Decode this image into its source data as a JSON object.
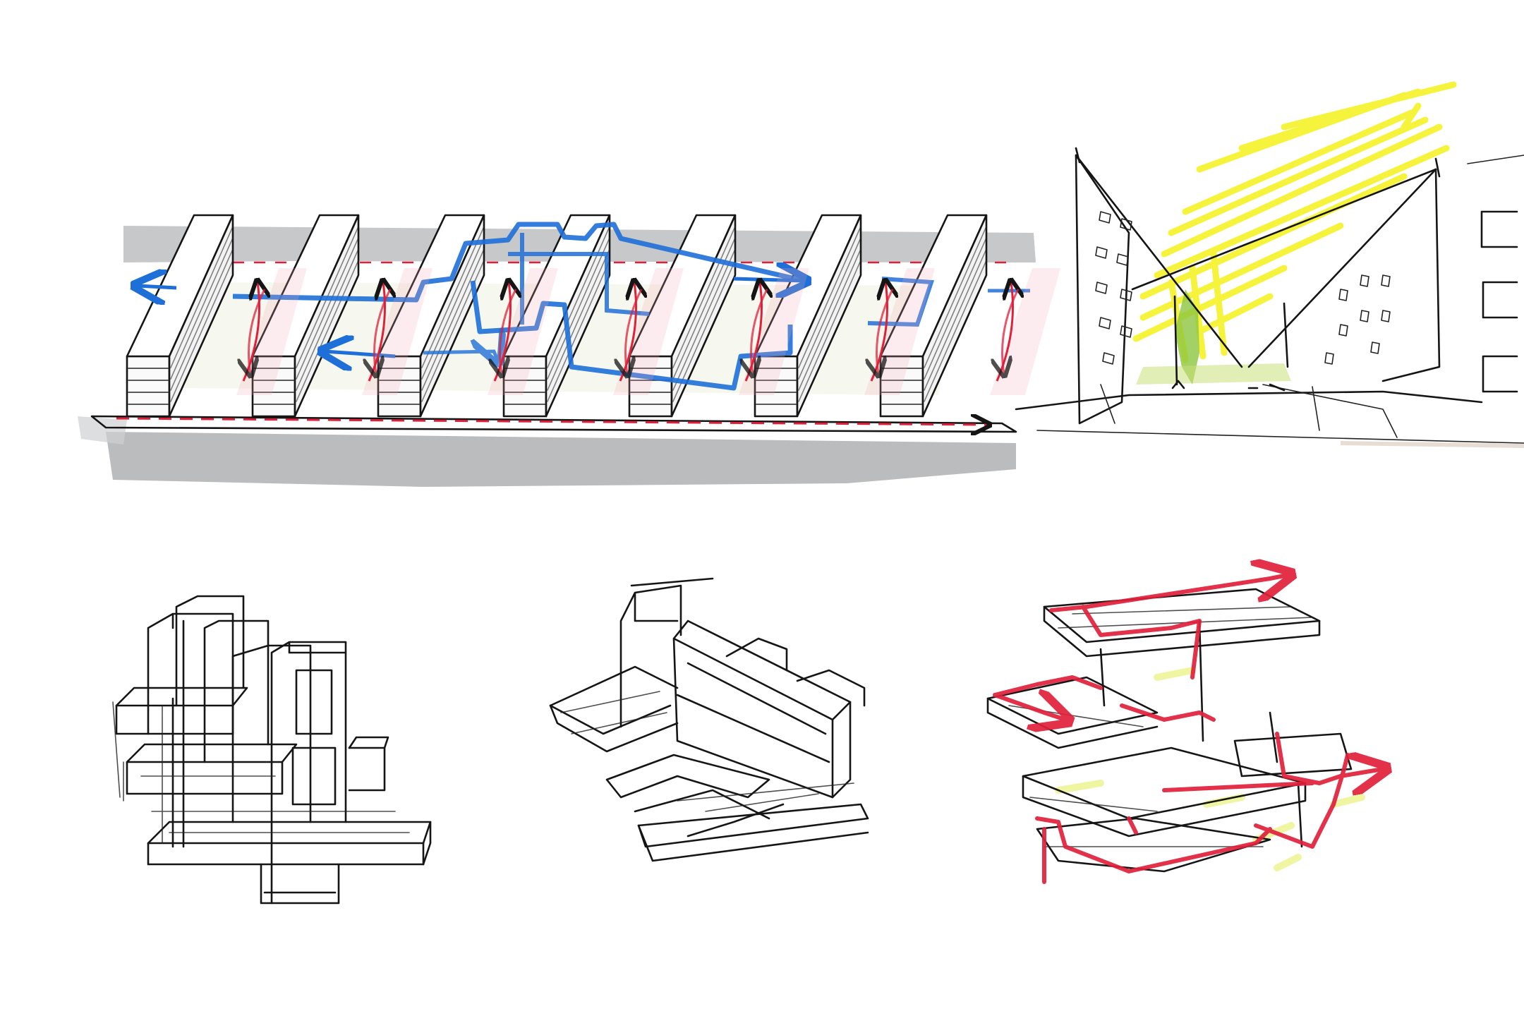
{
  "colors": {
    "paper": "#ffffff",
    "ink": "#151515",
    "shadow_gray": "#a9abae",
    "accent_blue": "#1e6fd8",
    "accent_red": "#e0203a",
    "accent_yellow": "#f4f21a",
    "accent_green": "#9ccc3a"
  },
  "sketches": [
    {
      "id": "slab-blocks-circulation",
      "icon": "slab-blocks-sketch-icon",
      "description_visible_text": ""
    },
    {
      "id": "courtyard-perspective",
      "icon": "courtyard-perspective-sketch-icon"
    },
    {
      "id": "stacked-volumes",
      "icon": "stacked-volumes-sketch-icon"
    },
    {
      "id": "rotated-slab-volumes",
      "icon": "rotated-slab-sketch-icon"
    },
    {
      "id": "layered-red-volumes",
      "icon": "layered-volumes-sketch-icon"
    }
  ]
}
